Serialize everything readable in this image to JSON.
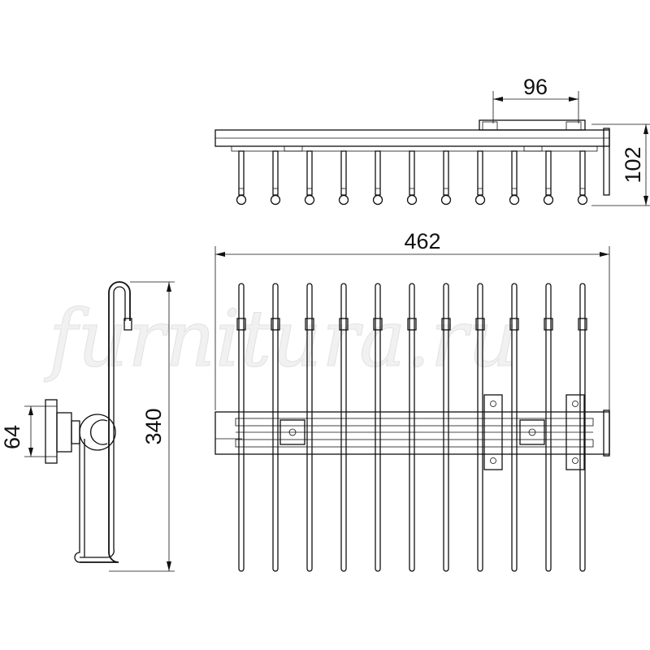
{
  "dimensions": {
    "width": "462",
    "bracket_spacing": "96",
    "height": "102",
    "depth": "340",
    "mount": "64"
  },
  "watermark": "furnitura.ru",
  "colors": {
    "line": "#111111",
    "watermark_fill": "#f1f1f1",
    "watermark_stroke": "#e2e2e2"
  }
}
